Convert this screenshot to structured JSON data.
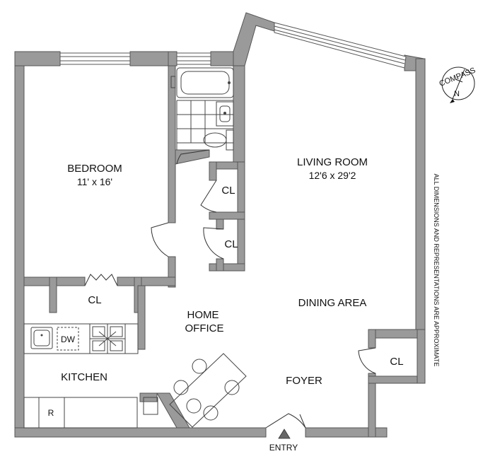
{
  "rooms": {
    "bedroom": {
      "name": "BEDROOM",
      "size": "11' x 16'"
    },
    "living": {
      "name": "LIVING ROOM",
      "size": "12'6 x 29'2"
    },
    "home_office": {
      "line1": "HOME",
      "line2": "OFFICE"
    },
    "dining": {
      "name": "DINING AREA"
    },
    "kitchen": {
      "name": "KITCHEN"
    },
    "foyer": {
      "name": "FOYER"
    }
  },
  "closets": {
    "label": "CL"
  },
  "appliances": {
    "dishwasher": "DW",
    "refrigerator": "R"
  },
  "entry": {
    "label": "ENTRY"
  },
  "compass": {
    "label": "COMPASS",
    "north": "N",
    "north_color": "#d42020"
  },
  "disclaimer": "ALL DIMENSIONS AND REPRESENTATIONS ARE APPROXIMATE",
  "colors": {
    "wall": "#9a9a9a",
    "wall_outline": "#555555"
  }
}
